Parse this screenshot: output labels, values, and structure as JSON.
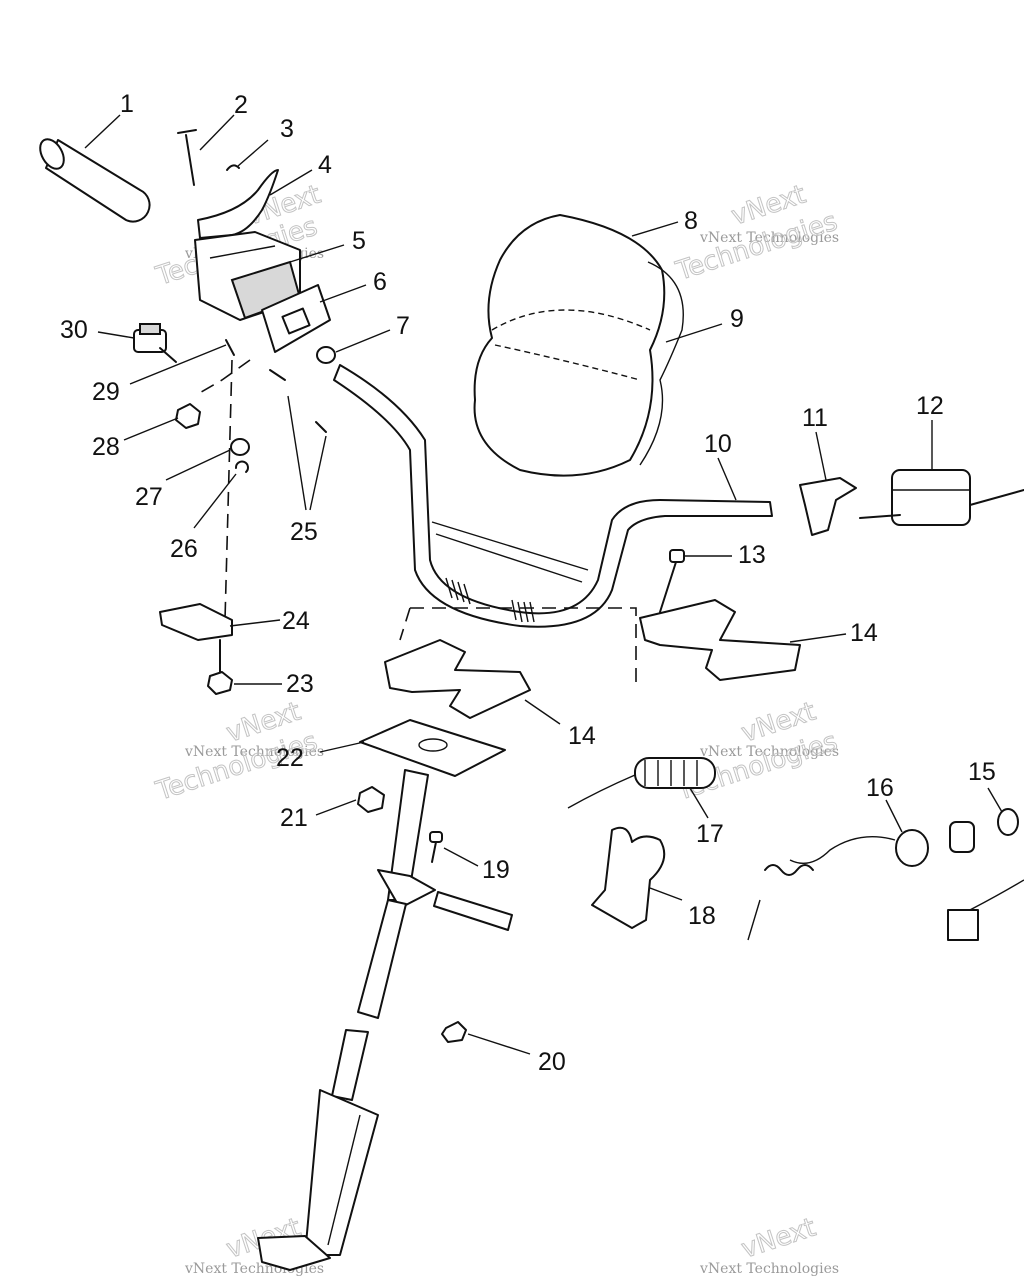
{
  "diagram": {
    "callouts": [
      "1",
      "2",
      "3",
      "4",
      "5",
      "6",
      "7",
      "8",
      "9",
      "10",
      "11",
      "12",
      "13",
      "14",
      "14",
      "15",
      "16",
      "17",
      "18",
      "19",
      "20",
      "21",
      "22",
      "23",
      "24",
      "25",
      "26",
      "27",
      "28",
      "29",
      "30"
    ],
    "watermark": {
      "line1": "vNext Technologies",
      "line2": "Technologies",
      "line3": "vNext"
    }
  }
}
